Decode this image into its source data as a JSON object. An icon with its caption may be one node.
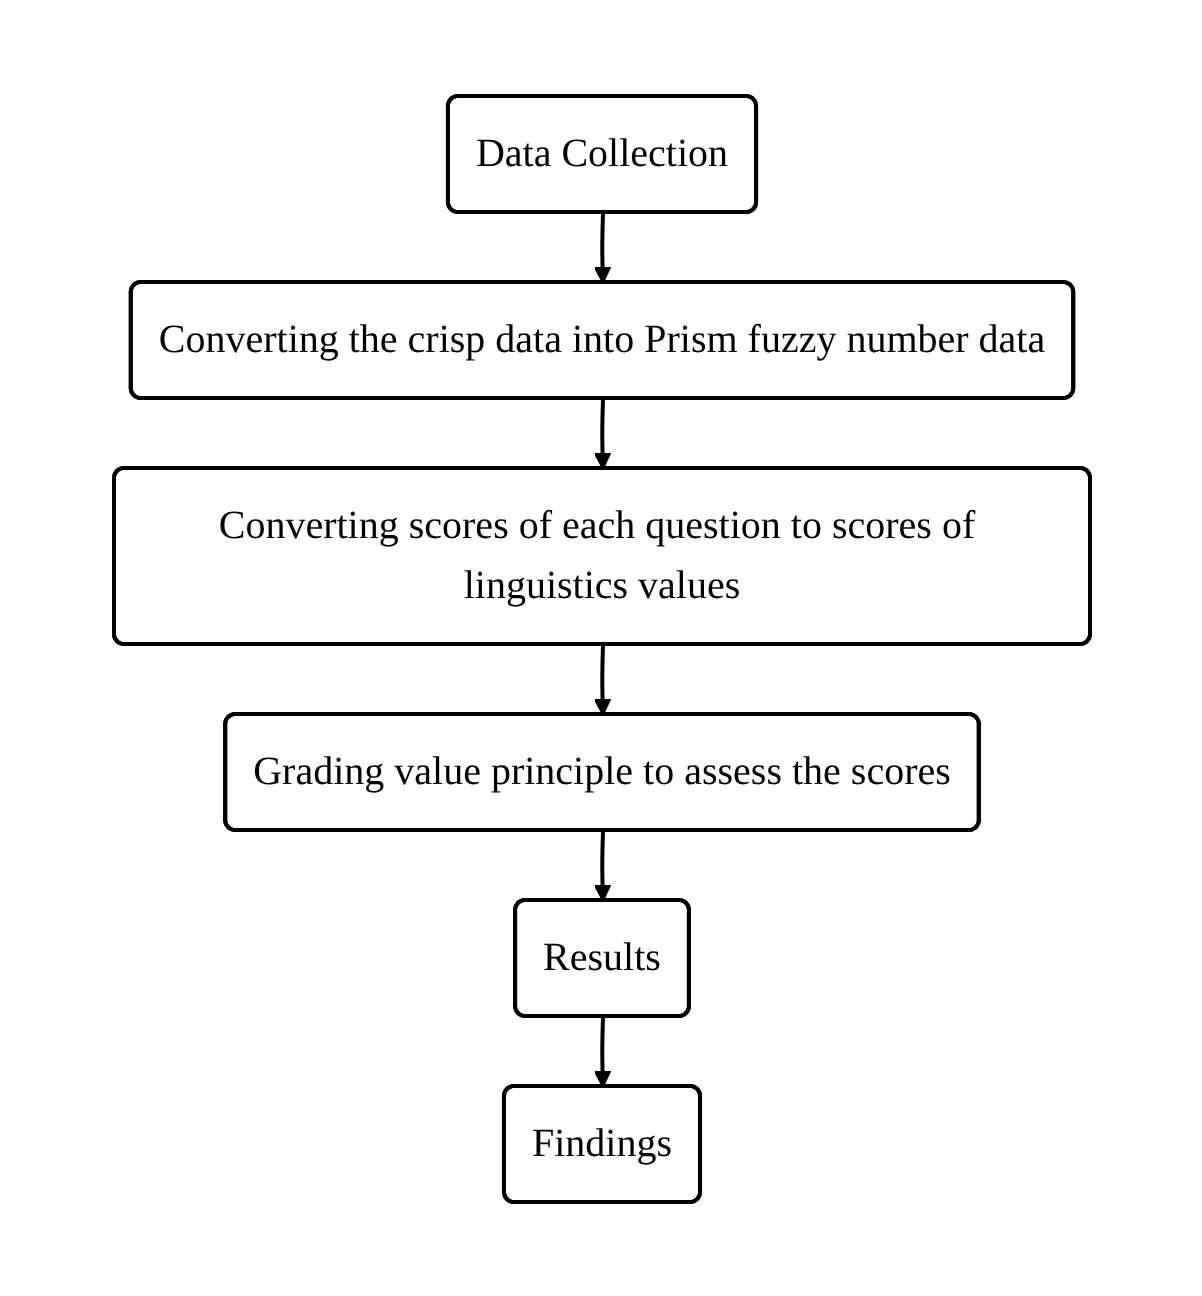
{
  "diagram": {
    "nodes": [
      {
        "text": [
          "Data Collection"
        ]
      },
      {
        "text": [
          "Converting the crisp data into Prism fuzzy number data"
        ]
      },
      {
        "text": [
          "Converting scores of each question to scores of linguistics values"
        ]
      },
      {
        "text": [
          "Grading value principle to assess the scores"
        ]
      },
      {
        "text": [
          "Results"
        ]
      },
      {
        "text": [
          "Findings"
        ]
      }
    ],
    "edges": [
      {
        "from": 0,
        "to": 1,
        "arrow": "to"
      },
      {
        "from": 1,
        "to": 2,
        "arrow": "to"
      },
      {
        "from": 2,
        "to": 3,
        "arrow": "to"
      },
      {
        "from": 3,
        "to": 4,
        "arrow": "to"
      },
      {
        "from": 4,
        "to": 5,
        "arrow": "to"
      }
    ]
  }
}
